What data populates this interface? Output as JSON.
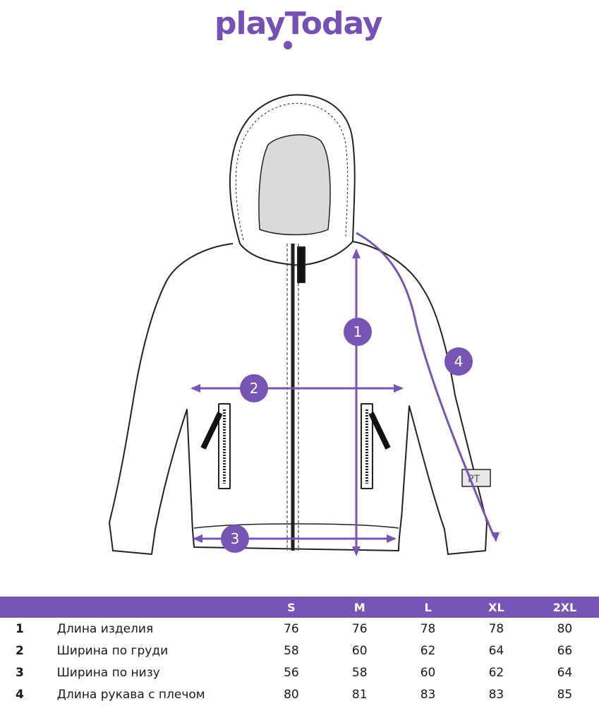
{
  "brand": {
    "logo_text": "playToday",
    "accent_color": "#7755b4"
  },
  "diagram": {
    "markers": [
      {
        "id": "1",
        "meaning": "length"
      },
      {
        "id": "2",
        "meaning": "chest-width"
      },
      {
        "id": "3",
        "meaning": "bottom-width"
      },
      {
        "id": "4",
        "meaning": "sleeve-length"
      }
    ],
    "label_text": "PT"
  },
  "size_table": {
    "headers": [
      "S",
      "M",
      "L",
      "XL",
      "2XL"
    ],
    "rows": [
      {
        "num": "1",
        "name": "Длина изделия",
        "values": [
          "76",
          "76",
          "78",
          "78",
          "80"
        ]
      },
      {
        "num": "2",
        "name": "Ширина по груди",
        "values": [
          "58",
          "60",
          "62",
          "64",
          "66"
        ]
      },
      {
        "num": "3",
        "name": "Ширина по низу",
        "values": [
          "56",
          "58",
          "60",
          "62",
          "64"
        ]
      },
      {
        "num": "4",
        "name": "Длина рукава с плечом",
        "values": [
          "80",
          "81",
          "83",
          "83",
          "85"
        ]
      }
    ]
  }
}
